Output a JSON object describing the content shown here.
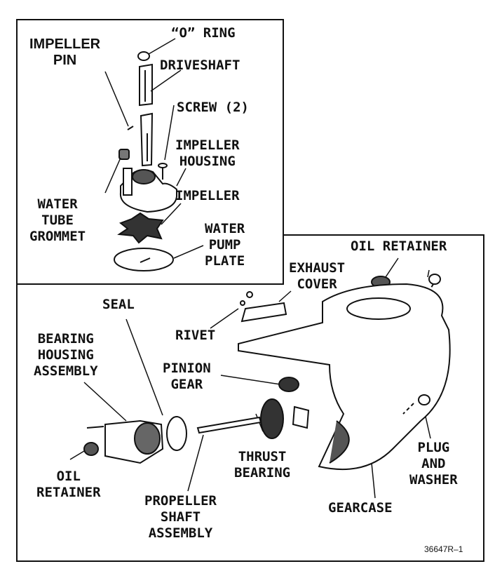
{
  "labels": {
    "o_ring": "“O” RING",
    "impeller_pin": [
      "IMPELLER",
      "PIN"
    ],
    "driveshaft": "DRIVESHAFT",
    "screw": "SCREW (2)",
    "impeller_housing": [
      "IMPELLER",
      "HOUSING"
    ],
    "impeller": "IMPELLER",
    "water_tube_grommet": [
      "WATER",
      "TUBE",
      "GROMMET"
    ],
    "water_pump_plate": [
      "WATER",
      "PUMP",
      "PLATE"
    ],
    "oil_retainer_top": "OIL RETAINER",
    "exhaust_cover": [
      "EXHAUST",
      "COVER"
    ],
    "seal": "SEAL",
    "rivet": "RIVET",
    "bearing_housing_assembly": [
      "BEARING",
      "HOUSING",
      "ASSEMBLY"
    ],
    "pinion_gear": [
      "PINION",
      "GEAR"
    ],
    "oil_retainer_bottom": [
      "OIL",
      "RETAINER"
    ],
    "propeller_shaft_assembly": [
      "PROPELLER",
      "SHAFT",
      "ASSEMBLY"
    ],
    "thrust_bearing": [
      "THRUST",
      "BEARING"
    ],
    "plug_and_washer": [
      "PLUG",
      "AND",
      "WASHER"
    ],
    "gearcase": "GEARCASE"
  },
  "figure_number": "36647R–1"
}
